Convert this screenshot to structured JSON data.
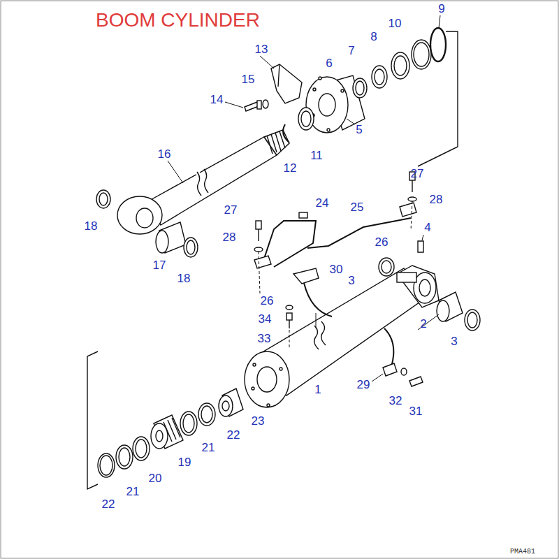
{
  "diagram": {
    "title": "BOOM CYLINDER",
    "labels": [
      "9",
      "13",
      "10",
      "8",
      "7",
      "6",
      "15",
      "14",
      "5",
      "16",
      "12",
      "11",
      "27",
      "28",
      "24",
      "25",
      "18",
      "27",
      "28",
      "26",
      "4",
      "17",
      "18",
      "30",
      "3",
      "26",
      "2",
      "34",
      "3",
      "33",
      "1",
      "29",
      "32",
      "31",
      "23",
      "22",
      "21",
      "19",
      "20",
      "21",
      "22",
      "PMA481"
    ]
  }
}
